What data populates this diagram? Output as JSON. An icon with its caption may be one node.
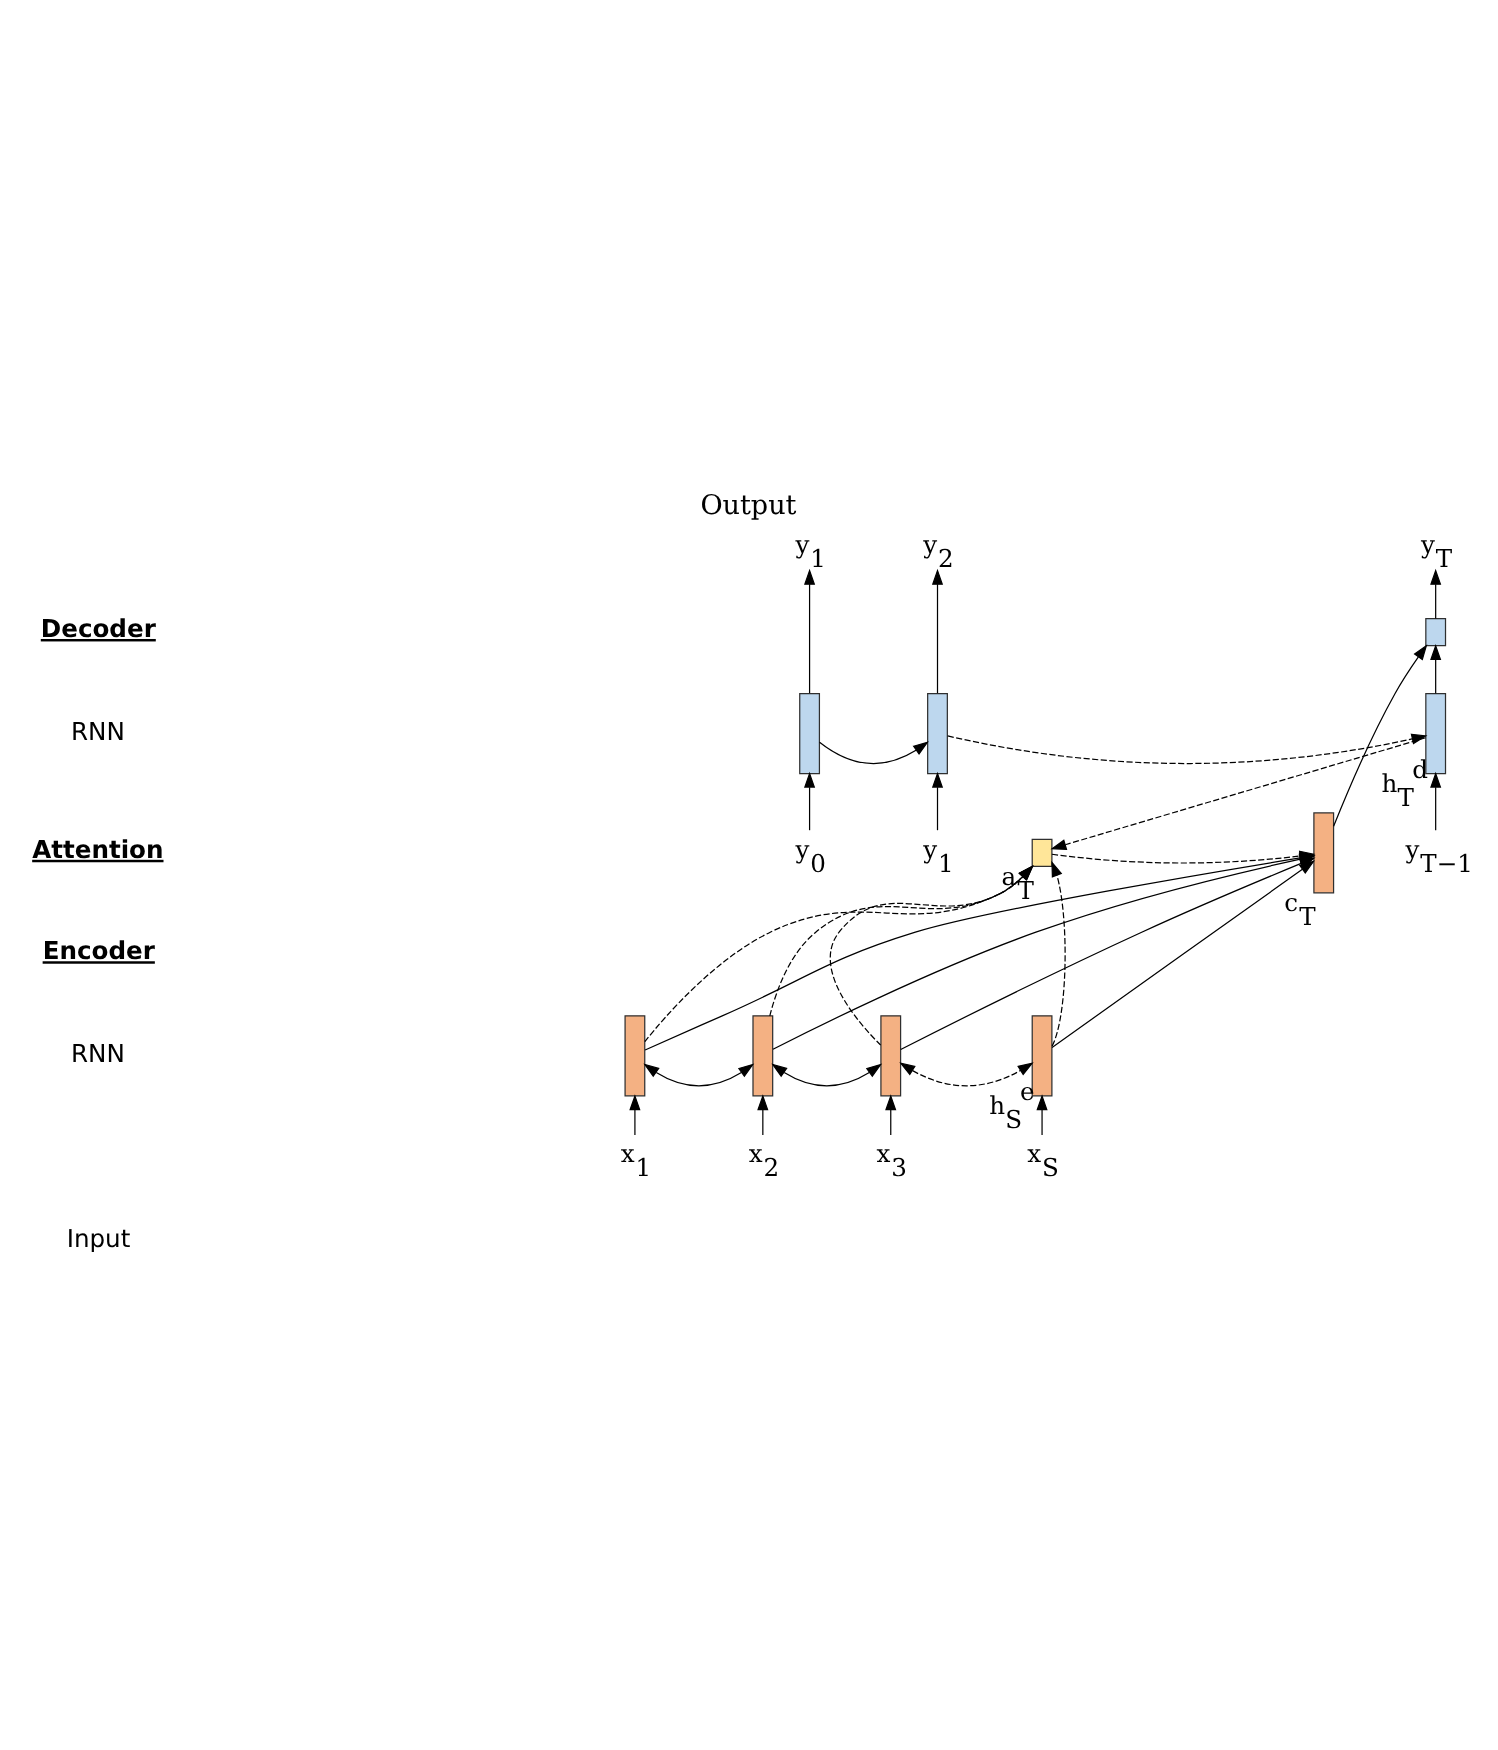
{
  "diagram": {
    "title": "Output",
    "nodes": [
      {
        "text": [
          "y$_{1}$"
        ]
      },
      {
        "text": [
          "y$_{2}$"
        ]
      },
      {
        "text": [
          "y$_{T}$"
        ]
      },
      {
        "text": [],
        "shape": "bar"
      },
      {
        "text": [],
        "shape": "bar"
      },
      {
        "text": [],
        "shape": "bar",
        "beside": [
          "h$_{T}$$^{d}$"
        ]
      },
      {
        "text": [],
        "shape": "box"
      },
      {
        "text": [
          "y$_{0}$"
        ]
      },
      {
        "text": [
          "y$_{1}$"
        ]
      },
      {
        "text": [
          "y$_{T−1}$"
        ]
      },
      {
        "text": [],
        "shape": "box",
        "beside": [
          "a$_{T}$"
        ]
      },
      {
        "text": [],
        "shape": "bar",
        "beside": [
          "c$_{T}$"
        ]
      },
      {
        "text": [],
        "shape": "bar"
      },
      {
        "text": [],
        "shape": "bar"
      },
      {
        "text": [],
        "shape": "bar"
      },
      {
        "text": [],
        "shape": "bar",
        "beside": [
          "h$_{S}$$^{e}$"
        ]
      },
      {
        "text": [
          "x$_{1}$"
        ]
      },
      {
        "text": [
          "x$_{2}$"
        ]
      },
      {
        "text": [
          "x$_{3}$"
        ]
      },
      {
        "text": [
          "x$_{S}$"
        ]
      }
    ],
    "edges": [
      {
        "from": 7,
        "to": 3,
        "arrow": "to"
      },
      {
        "from": 8,
        "to": 4,
        "arrow": "to"
      },
      {
        "from": 9,
        "to": 5,
        "arrow": "to"
      },
      {
        "from": 3,
        "to": 0,
        "arrow": "to"
      },
      {
        "from": 4,
        "to": 1,
        "arrow": "to"
      },
      {
        "from": 5,
        "to": 6,
        "arrow": "to"
      },
      {
        "from": 6,
        "to": 2,
        "arrow": "to"
      },
      {
        "from": 3,
        "to": 4,
        "arrow": "to"
      },
      {
        "from": 4,
        "to": 5,
        "arrow": "to",
        "style": "dashed"
      },
      {
        "from": 5,
        "to": 10,
        "arrow": "to",
        "style": "dashed"
      },
      {
        "from": 11,
        "to": 6,
        "arrow": "to"
      },
      {
        "from": 10,
        "to": 11,
        "arrow": "to",
        "style": "dashed"
      },
      {
        "from": 12,
        "to": 10,
        "arrow": "to",
        "style": "dashed"
      },
      {
        "from": 13,
        "to": 10,
        "arrow": "to",
        "style": "dashed"
      },
      {
        "from": 14,
        "to": 10,
        "arrow": "to",
        "style": "dashed"
      },
      {
        "from": 15,
        "to": 10,
        "arrow": "to",
        "style": "dashed"
      },
      {
        "from": 12,
        "to": 11,
        "arrow": "to"
      },
      {
        "from": 13,
        "to": 11,
        "arrow": "to"
      },
      {
        "from": 14,
        "to": 11,
        "arrow": "to"
      },
      {
        "from": 15,
        "to": 11,
        "arrow": "to"
      },
      {
        "from": 12,
        "to": 13,
        "arrow": "both"
      },
      {
        "from": 13,
        "to": 14,
        "arrow": "both"
      },
      {
        "from": 14,
        "to": 15,
        "arrow": "both",
        "style": "dashed"
      },
      {
        "from": 16,
        "to": 12,
        "arrow": "to"
      },
      {
        "from": 17,
        "to": 13,
        "arrow": "to"
      },
      {
        "from": 18,
        "to": 14,
        "arrow": "to"
      },
      {
        "from": 19,
        "to": 15,
        "arrow": "to"
      }
    ],
    "labels": [
      "Decoder",
      "RNN",
      "Attention",
      "Encoder",
      "RNN",
      "Input"
    ]
  }
}
